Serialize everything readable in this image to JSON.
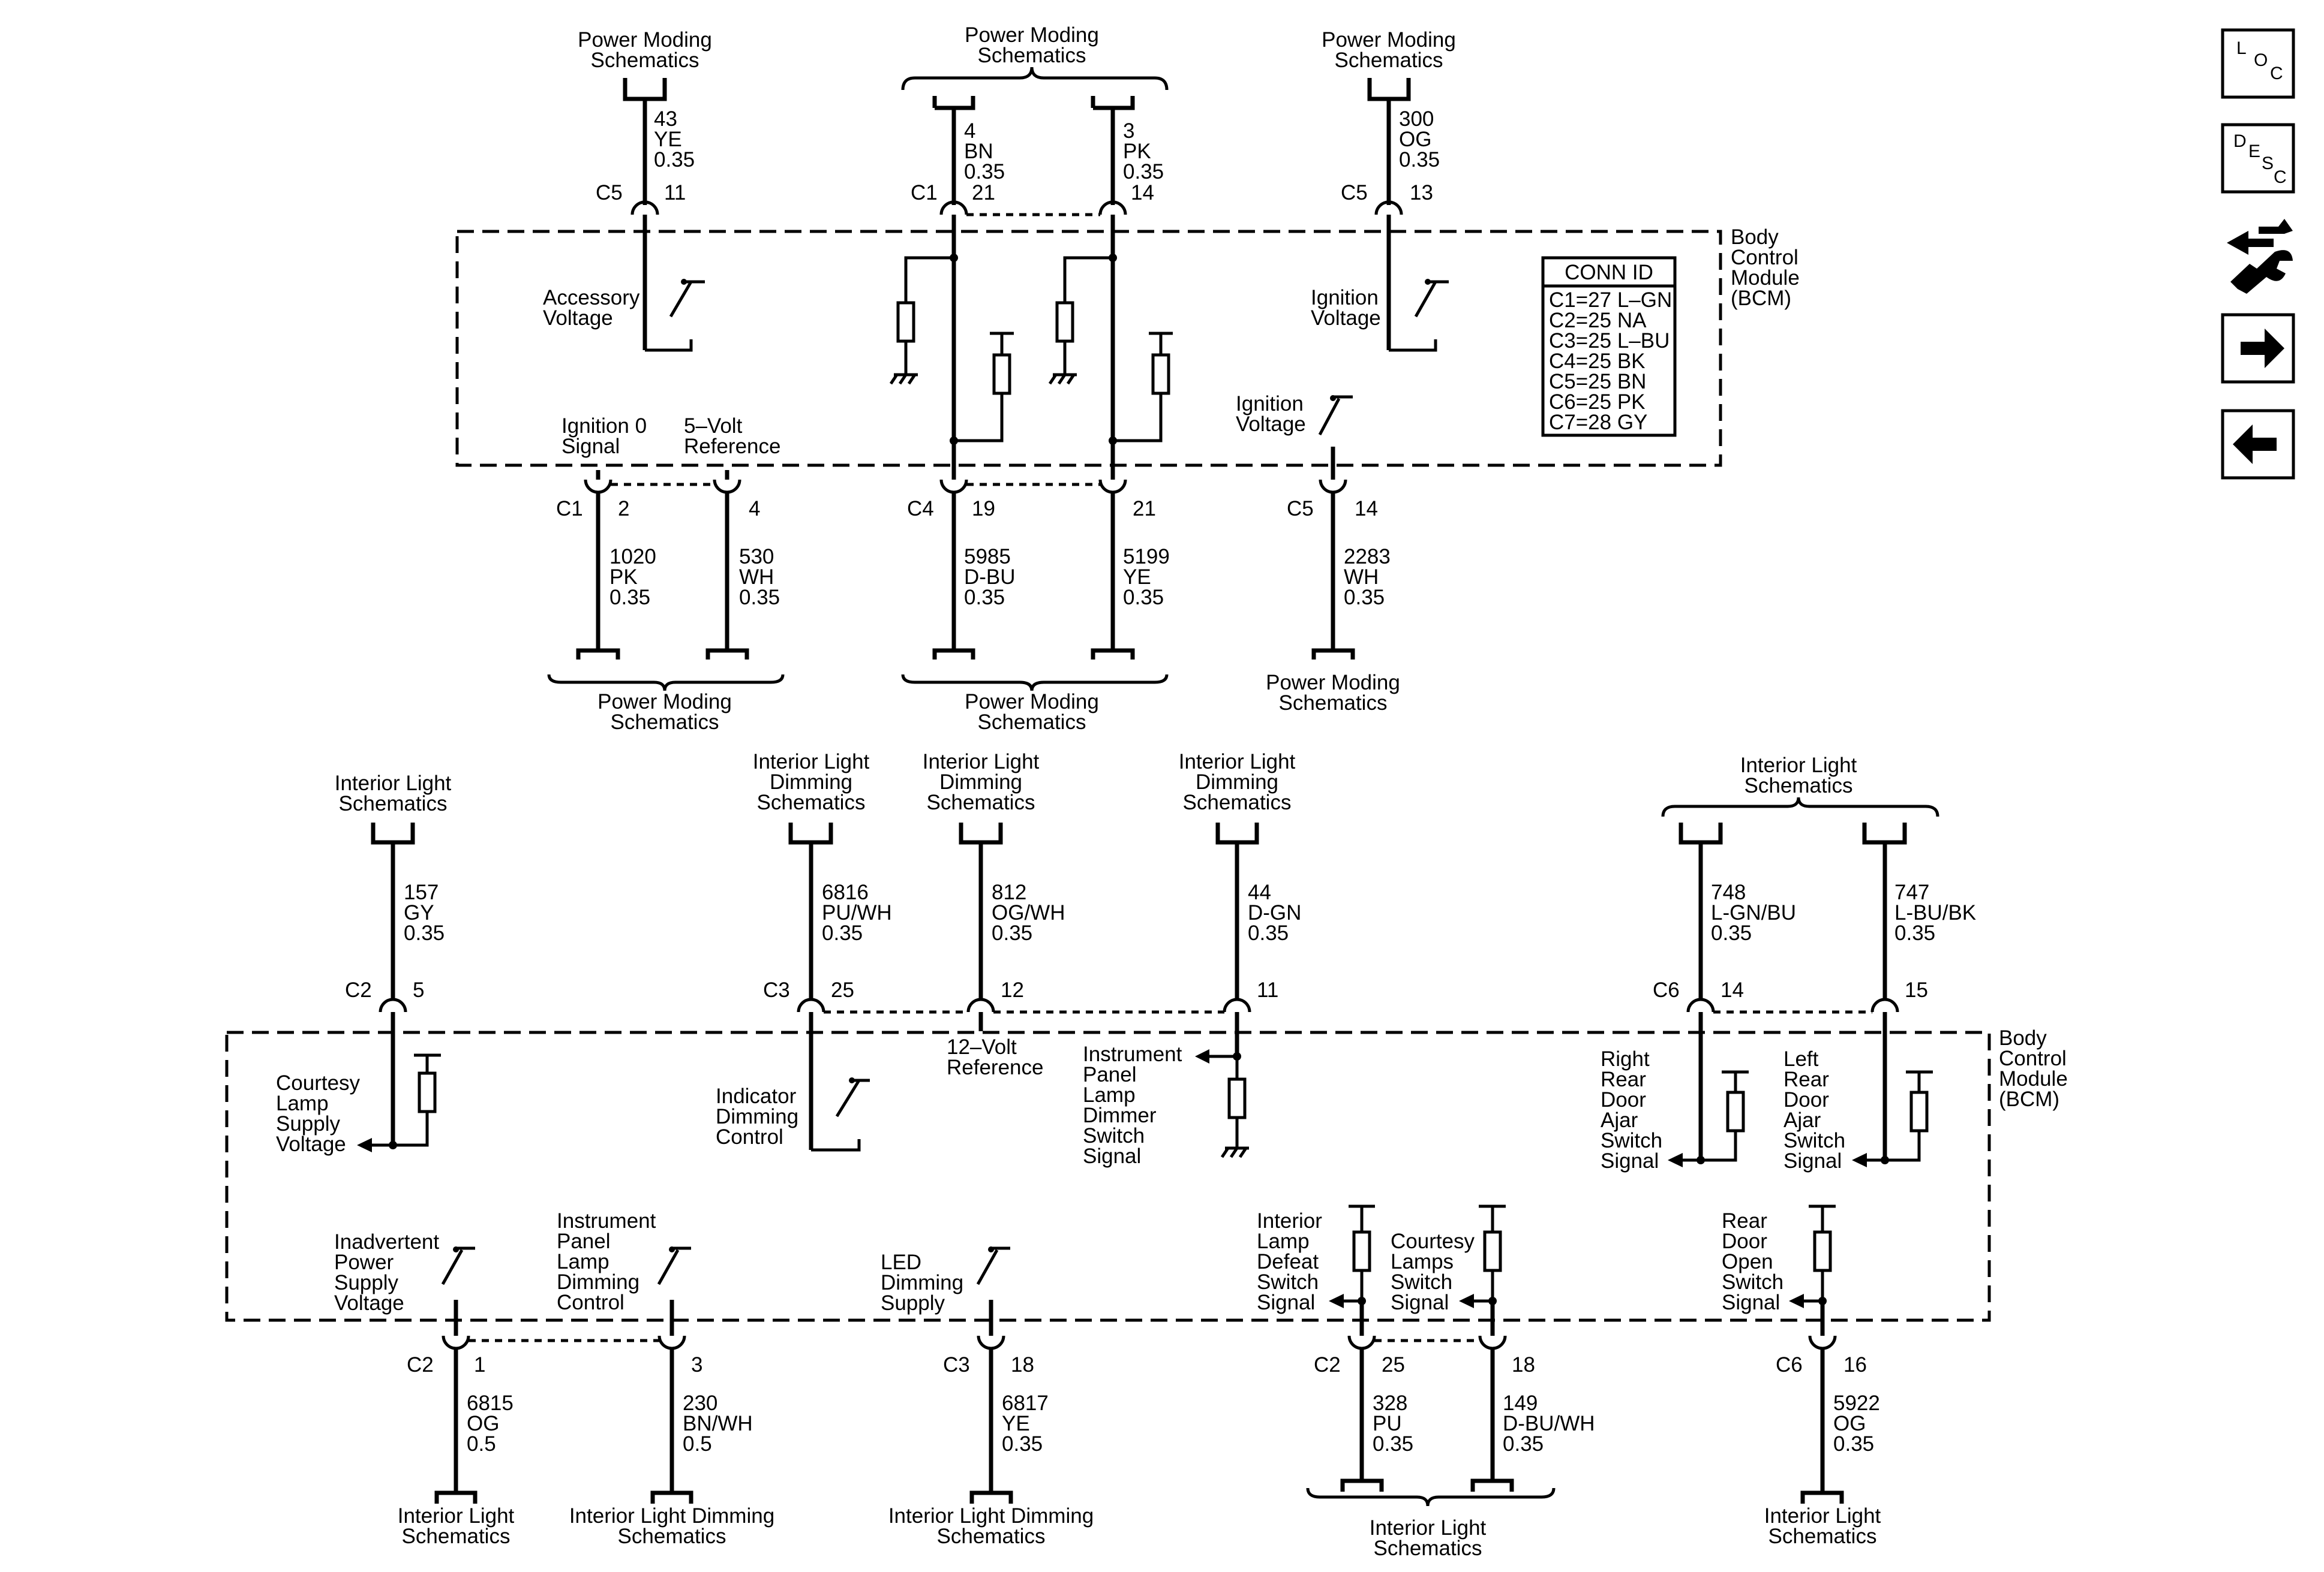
{
  "labels": {
    "pm1": [
      "Power Moding",
      "Schematics"
    ],
    "pm2": [
      "Power Moding",
      "Schematics"
    ],
    "pm3": [
      "Power Moding",
      "Schematics"
    ],
    "pm4": [
      "Power Moding",
      "Schematics"
    ],
    "pm5": [
      "Power Moding",
      "Schematics"
    ],
    "pm6": [
      "Power Moding",
      "Schematics"
    ],
    "il1": [
      "Interior Light",
      "Schematics"
    ],
    "ild1": [
      "Interior Light",
      "Dimming",
      "Schematics"
    ],
    "ild2": [
      "Interior Light",
      "Dimming",
      "Schematics"
    ],
    "ild3": [
      "Interior Light",
      "Dimming",
      "Schematics"
    ],
    "il2": [
      "Interior Light",
      "Schematics"
    ],
    "il3": [
      "Interior Light",
      "Schematics"
    ],
    "ild4": [
      "Interior Light Dimming",
      "Schematics"
    ],
    "ild5": [
      "Interior Light Dimming",
      "Schematics"
    ],
    "il4": [
      "Interior Light",
      "Schematics"
    ],
    "il5": [
      "Interior Light",
      "Schematics"
    ]
  },
  "wires": {
    "w43": [
      "43",
      "YE",
      "0.35"
    ],
    "w4": [
      "4",
      "BN",
      "0.35"
    ],
    "w3": [
      "3",
      "PK",
      "0.35"
    ],
    "w300": [
      "300",
      "OG",
      "0.35"
    ],
    "w1020": [
      "1020",
      "PK",
      "0.35"
    ],
    "w530": [
      "530",
      "WH",
      "0.35"
    ],
    "w5985": [
      "5985",
      "D-BU",
      "0.35"
    ],
    "w5199": [
      "5199",
      "YE",
      "0.35"
    ],
    "w2283": [
      "2283",
      "WH",
      "0.35"
    ],
    "w157": [
      "157",
      "GY",
      "0.35"
    ],
    "w6816": [
      "6816",
      "PU/WH",
      "0.35"
    ],
    "w812": [
      "812",
      "OG/WH",
      "0.35"
    ],
    "w44": [
      "44",
      "D-GN",
      "0.35"
    ],
    "w748": [
      "748",
      "L-GN/BU",
      "0.35"
    ],
    "w747": [
      "747",
      "L-BU/BK",
      "0.35"
    ],
    "w6815": [
      "6815",
      "OG",
      "0.5"
    ],
    "w230": [
      "230",
      "BN/WH",
      "0.5"
    ],
    "w6817": [
      "6817",
      "YE",
      "0.35"
    ],
    "w328": [
      "328",
      "PU",
      "0.35"
    ],
    "w149": [
      "149",
      "D-BU/WH",
      "0.35"
    ],
    "w5922": [
      "5922",
      "OG",
      "0.35"
    ]
  },
  "connectors": {
    "c5": "C5",
    "c1": "C1",
    "c4": "C4",
    "c2": "C2",
    "c3": "C3",
    "c6": "C6"
  },
  "pins": {
    "p11": "11",
    "p21": "21",
    "p14": "14",
    "p13": "13",
    "p2": "2",
    "p4": "4",
    "p19": "19",
    "p21b": "21",
    "p14b": "14",
    "p5": "5",
    "p25": "25",
    "p12": "12",
    "p11b": "11",
    "p14c": "14",
    "p15": "15",
    "p1": "1",
    "p3": "3",
    "p18": "18",
    "p25b": "25",
    "p18b": "18",
    "p16": "16"
  },
  "module": {
    "top": [
      "Body",
      "Control",
      "Module",
      "(BCM)"
    ],
    "bottom": [
      "Body",
      "Control",
      "Module",
      "(BCM)"
    ]
  },
  "internal": {
    "acc": [
      "Accessory",
      "Voltage"
    ],
    "ign1": [
      "Ignition",
      "Voltage"
    ],
    "ign2": [
      "Ignition",
      "Voltage"
    ],
    "ign0": [
      "Ignition 0",
      "Signal"
    ],
    "vref5": [
      "5–Volt",
      "Reference"
    ],
    "courtesy": [
      "Courtesy",
      "Lamp",
      "Supply",
      "Voltage"
    ],
    "indicator": [
      "Indicator",
      "Dimming",
      "Control"
    ],
    "vref12": [
      "12–Volt",
      "Reference"
    ],
    "ipdim": [
      "Instrument",
      "Panel",
      "Lamp",
      "Dimmer",
      "Switch",
      "Signal"
    ],
    "rrdoor": [
      "Right",
      "Rear",
      "Door",
      "Ajar",
      "Switch",
      "Signal"
    ],
    "lrdoor": [
      "Left",
      "Rear",
      "Door",
      "Ajar",
      "Switch",
      "Signal"
    ],
    "inadv": [
      "Inadvertent",
      "Power",
      "Supply",
      "Voltage"
    ],
    "ipldc": [
      "Instrument",
      "Panel",
      "Lamp",
      "Dimming",
      "Control"
    ],
    "led": [
      "LED",
      "Dimming",
      "Supply"
    ],
    "ildefeat": [
      "Interior",
      "Lamp",
      "Defeat",
      "Switch",
      "Signal"
    ],
    "courtesysw": [
      "Courtesy",
      "Lamps",
      "Switch",
      "Signal"
    ],
    "rdopen": [
      "Rear",
      "Door",
      "Open",
      "Switch",
      "Signal"
    ]
  },
  "connid": {
    "title": "CONN ID",
    "rows": [
      "C1=27 L–GN",
      "C2=25 NA",
      "C3=25 L–BU",
      "C4=25 BK",
      "C5=25 BN",
      "C6=25 PK",
      "C7=28 GY"
    ]
  },
  "nav": {
    "loc": [
      "L",
      "O",
      "C"
    ],
    "desc": [
      "D",
      "E",
      "S",
      "C"
    ],
    "icons": [
      "exchange-arrows-icon",
      "wrench-icon",
      "arrow-right-icon",
      "arrow-left-icon"
    ]
  }
}
